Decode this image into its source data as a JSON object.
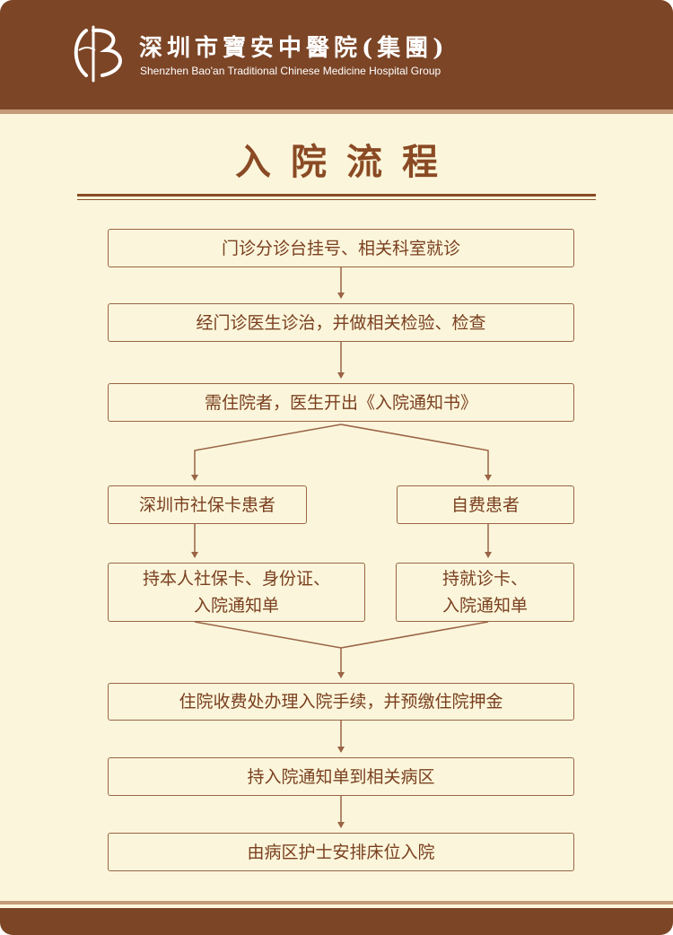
{
  "header": {
    "org_name_cn": "深圳市寶安中醫院(集團)",
    "org_name_en": "Shenzhen Bao'an Traditional Chinese Medicine Hospital Group",
    "logo": "hospital-logo-icon"
  },
  "title": "入院流程",
  "steps": {
    "s1": "门诊分诊台挂号、相关科室就诊",
    "s2": "经门诊医生诊治，并做相关检验、检查",
    "s3": "需住院者，医生开出《入院通知书》",
    "left_branch": "深圳市社保卡患者",
    "right_branch": "自费患者",
    "left_docs": "持本人社保卡、身份证、\n入院通知单",
    "right_docs": "持就诊卡、\n入院通知单",
    "s4": "住院收费处办理入院手续，并预缴住院押金",
    "s5": "持入院通知单到相关病区",
    "s6": "由病区护士安排床位入院"
  },
  "colors": {
    "brand_brown": "#7c4526",
    "background": "#fbf6db",
    "text_brown": "#7a3f1f",
    "line_brown": "#9a6446"
  }
}
